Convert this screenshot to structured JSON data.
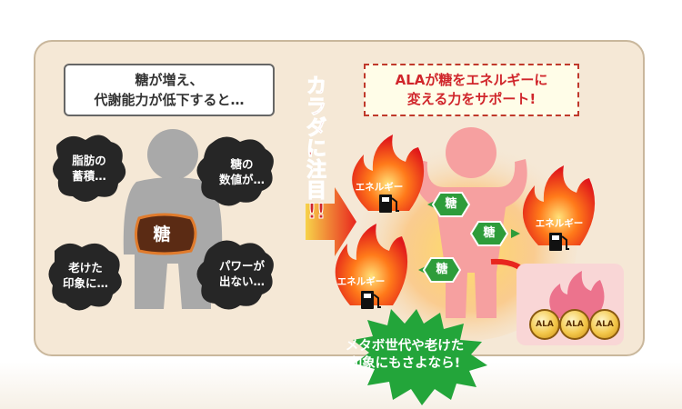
{
  "left": {
    "speech_line1": "糖が増え、",
    "speech_line2": "代謝能力が低下すると…",
    "blobs": [
      {
        "line1": "脂肪の",
        "line2": "蓄積…"
      },
      {
        "line1": "糖の",
        "line2": "数値が…"
      },
      {
        "line1": "老けた",
        "line2": "印象に…"
      },
      {
        "line1": "パワーが",
        "line2": "出ない…"
      }
    ],
    "body_label": "糖"
  },
  "center": {
    "vertical_chars": [
      "カ",
      "ラ",
      "ダ",
      "に",
      "注",
      "目",
      "!!"
    ]
  },
  "right": {
    "support_line1": "ALAが糖をエネルギーに",
    "support_line2": "変える力をサポート!",
    "flame_label": "エネルギー",
    "arrow_label": "糖",
    "coin_label": "ALA"
  },
  "burst": {
    "line1": "メタボ世代や老けた",
    "line2": "印象にもさよなら!"
  },
  "colors": {
    "panel": "#f5e8d6",
    "accent_red": "#d0262b",
    "green": "#2e9c3a",
    "dark_blob": "#2b2b2b"
  }
}
